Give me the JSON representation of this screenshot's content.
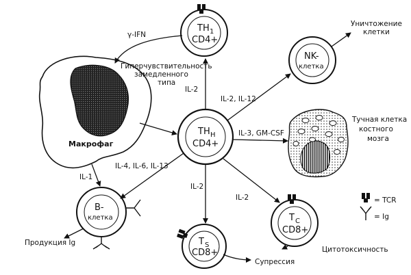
{
  "cells": {
    "th1": {
      "title": "TH",
      "sub": "1",
      "line2": "CD4+"
    },
    "th_center": {
      "title": "TH",
      "sub": "H",
      "line2": "CD4+"
    },
    "nk": {
      "line1": "NK-",
      "line2": "клетка"
    },
    "b_cell": {
      "line1": "B-",
      "line2": "клетка"
    },
    "ts": {
      "title": "T",
      "sub": "S",
      "line2": "CD8+"
    },
    "tc": {
      "title": "T",
      "sub": "C",
      "line2": "CD8+"
    },
    "macrophage": "Макрофаг",
    "mast": [
      "Тучная клетка",
      "костного",
      "мозга"
    ]
  },
  "labels": {
    "gamma_ifn": "γ-IFN",
    "hypersens": [
      "Гиперчувствительность",
      "замедленного",
      "типа"
    ],
    "il2_up": "IL-2",
    "il2_il12": "IL-2, IL-12",
    "kill": [
      "Уничтожение",
      "клетки"
    ],
    "il3_gmcsf": "IL-3, GM-CSF",
    "il4_6_13": "IL-4, IL-6, IL-13",
    "il1": "IL-1",
    "il2_down": "IL-2",
    "il2_right": "IL-2",
    "ig_prod": "Продукция Ig",
    "suppression": "Супрессия",
    "cytotox": "Цитотоксичность"
  },
  "legend": {
    "tcr": "= TCR",
    "ig": "= Ig"
  }
}
